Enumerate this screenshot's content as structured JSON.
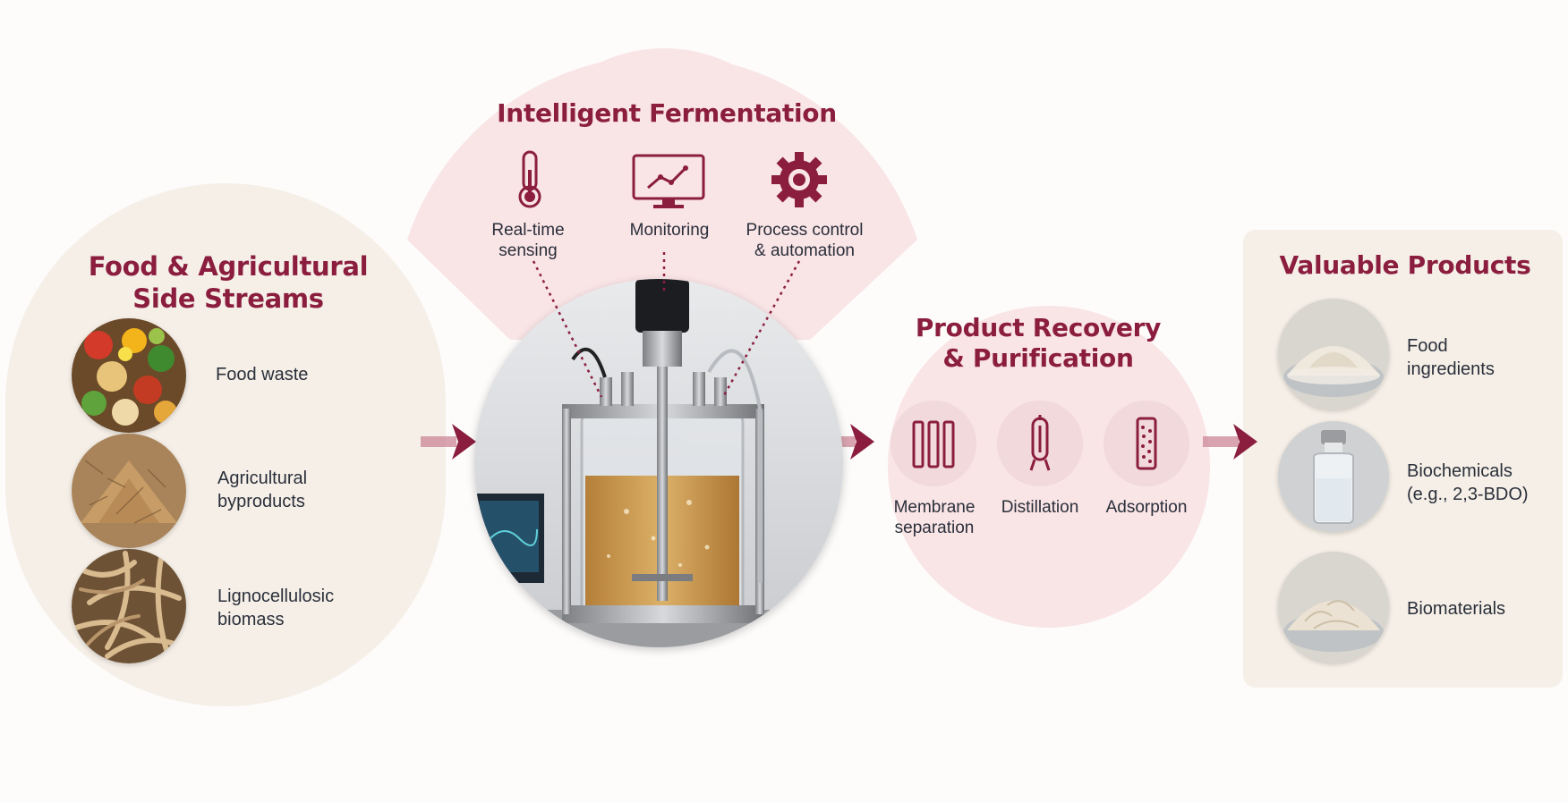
{
  "colors": {
    "accent": "#8b1e3f",
    "beige_panel": "#f5efe7",
    "pink_panel": "#f9e6e8",
    "text": "#2a2f3a"
  },
  "side_streams": {
    "title_line1": "Food & Agricultural",
    "title_line2": "Side Streams",
    "items": [
      {
        "label_line1": "Food waste",
        "label_line2": "",
        "image": "food-waste-image"
      },
      {
        "label_line1": "Agricultural",
        "label_line2": "byproducts",
        "image": "agricultural-byproducts-image"
      },
      {
        "label_line1": "Lignocellulosic",
        "label_line2": "biomass",
        "image": "lignocellulosic-biomass-image"
      }
    ]
  },
  "fermentation": {
    "title": "Intelligent Fermentation",
    "features": [
      {
        "label_line1": "Real-time",
        "label_line2": "sensing",
        "icon": "thermometer-icon"
      },
      {
        "label_line1": "Monitoring",
        "label_line2": "",
        "icon": "monitor-chart-icon"
      },
      {
        "label_line1": "Process control",
        "label_line2": "& automation",
        "icon": "gear-icon"
      }
    ],
    "image": "bioreactor-image"
  },
  "recovery": {
    "title_line1": "Product Recovery",
    "title_line2": "& Purification",
    "methods": [
      {
        "label_line1": "Membrane",
        "label_line2": "separation",
        "icon": "membrane-icon"
      },
      {
        "label_line1": "Distillation",
        "label_line2": "",
        "icon": "distillation-column-icon"
      },
      {
        "label_line1": "Adsorption",
        "label_line2": "",
        "icon": "adsorption-column-icon"
      }
    ]
  },
  "products": {
    "title": "Valuable Products",
    "items": [
      {
        "label_line1": "Food",
        "label_line2": "ingredients",
        "image": "powder-bowl-image"
      },
      {
        "label_line1": "Biochemicals",
        "label_line2": "(e.g., 2,3-BDO)",
        "image": "vial-image"
      },
      {
        "label_line1": "Biomaterials",
        "label_line2": "",
        "image": "biomaterial-bowl-image"
      }
    ]
  }
}
